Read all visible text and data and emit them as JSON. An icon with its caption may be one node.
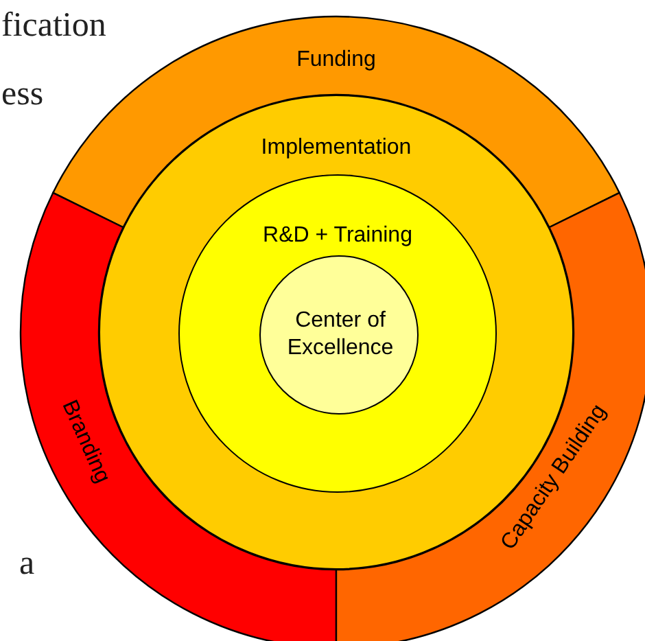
{
  "diagram": {
    "nodes": [
      {
        "text": [
          "Funding"
        ]
      },
      {
        "text": [
          "Branding"
        ]
      },
      {
        "text": [
          "Capacity Building"
        ]
      },
      {
        "text": [
          "Implementation"
        ]
      },
      {
        "text": [
          "R&D + Training"
        ],
        "in": 3
      },
      {
        "text": [
          "Center of Excellence"
        ],
        "in": 4
      }
    ],
    "edges": [],
    "labels": [
      "fication",
      "ess",
      "a"
    ]
  }
}
